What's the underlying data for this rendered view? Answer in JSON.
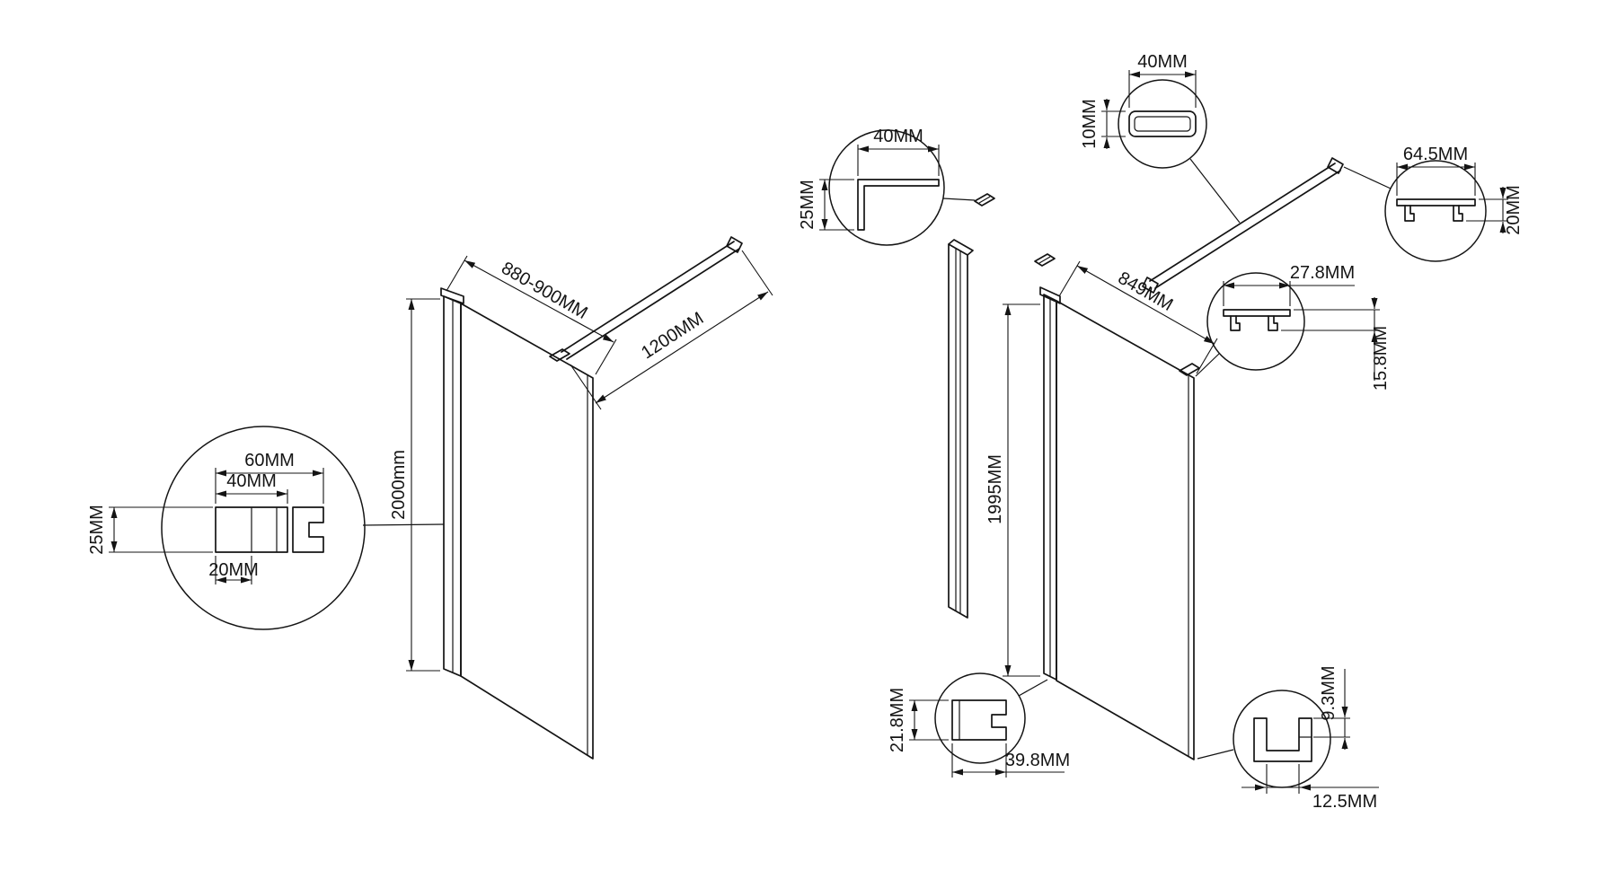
{
  "drawing": {
    "background": "#ffffff",
    "line_color": "#141414",
    "left": {
      "width": "880-900MM",
      "bar": "1200MM",
      "height": "2000mm",
      "profile": {
        "w60": "60MM",
        "w40": "40MM",
        "h25": "25MM",
        "w20": "20MM"
      }
    },
    "right": {
      "width": "849MM",
      "height": "1995MM",
      "corner": {
        "h": "25MM",
        "w": "40MM"
      },
      "tube": {
        "w": "40MM",
        "h": "10MM"
      },
      "bar_end": {
        "w": "64.5MM",
        "h": "20MM"
      },
      "clamp": {
        "w": "27.8MM",
        "h": "15.8MM"
      },
      "wall": {
        "h": "21.8MM",
        "w": "39.8MM"
      },
      "channel": {
        "h": "9.3MM",
        "w": "12.5MM"
      }
    }
  }
}
